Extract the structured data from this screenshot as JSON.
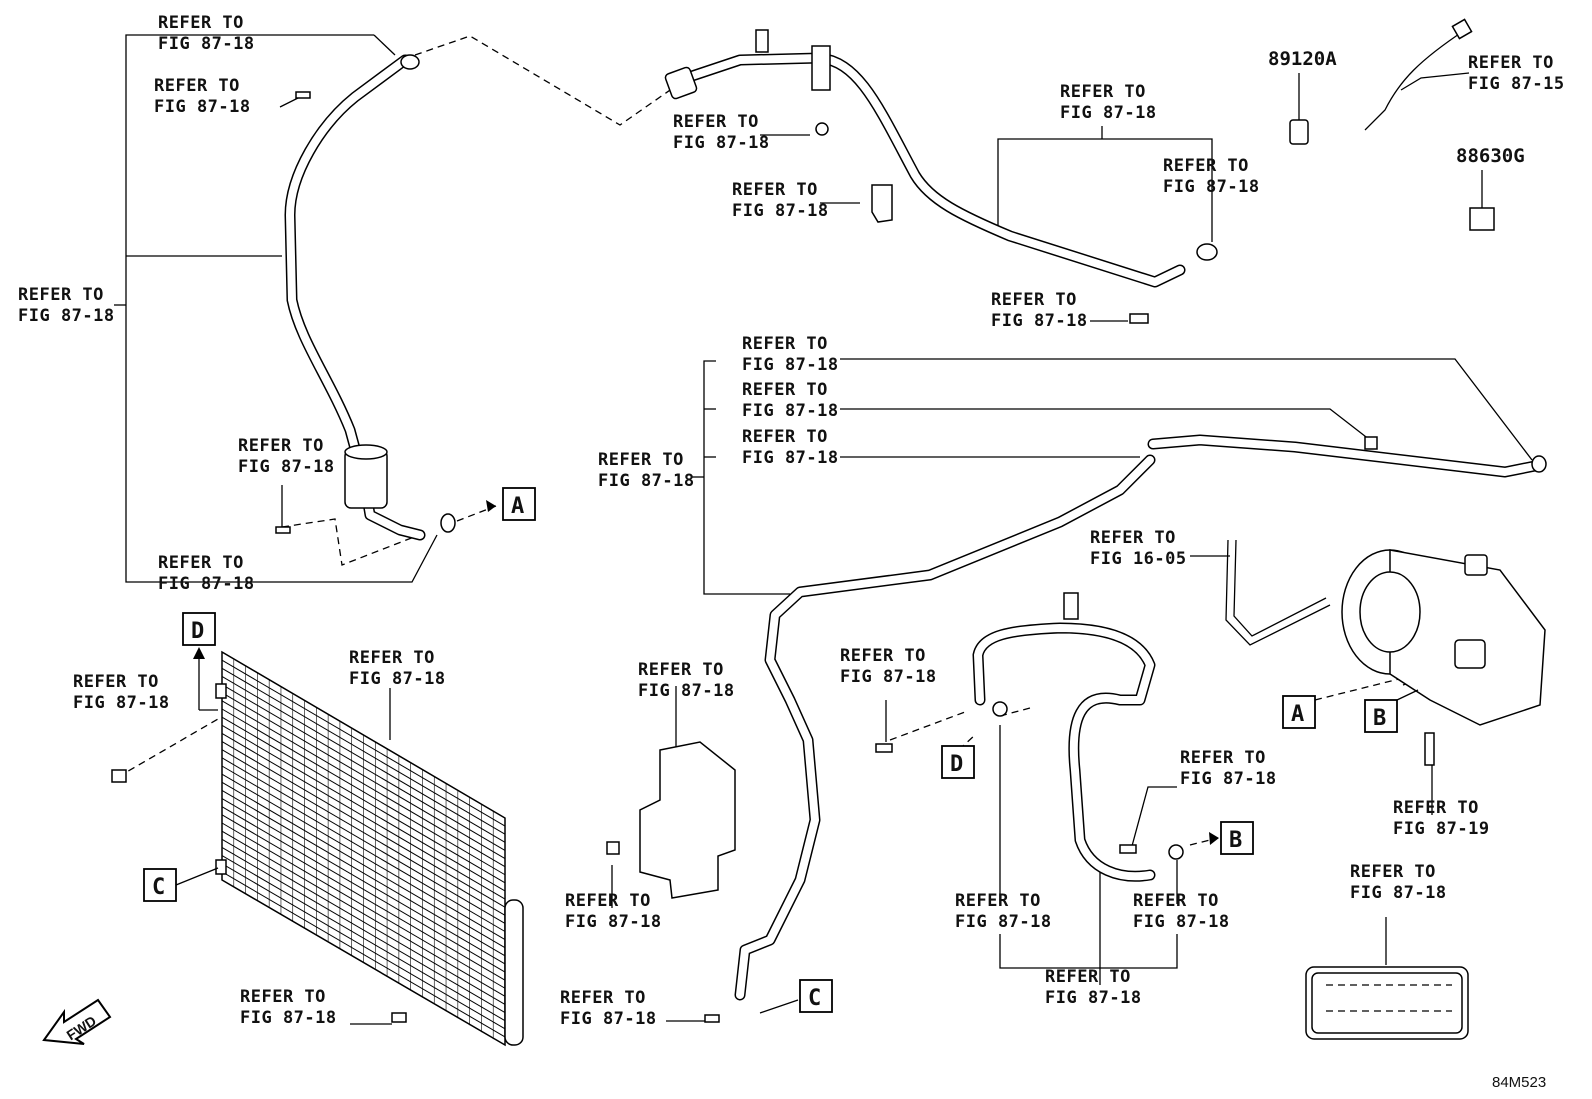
{
  "diagram": {
    "refer_labels": [
      {
        "id": "r01",
        "line1": "REFER TO",
        "line2": "FIG 87-18"
      },
      {
        "id": "r02",
        "line1": "REFER TO",
        "line2": "FIG 87-18"
      },
      {
        "id": "r03",
        "line1": "REFER TO",
        "line2": "FIG 87-18"
      },
      {
        "id": "r04",
        "line1": "REFER TO",
        "line2": "FIG 87-18"
      },
      {
        "id": "r05",
        "line1": "REFER TO",
        "line2": "FIG 87-18"
      },
      {
        "id": "r06",
        "line1": "REFER TO",
        "line2": "FIG 87-18"
      },
      {
        "id": "r07",
        "line1": "REFER TO",
        "line2": "FIG 87-18"
      },
      {
        "id": "r08",
        "line1": "REFER TO",
        "line2": "FIG 87-18"
      },
      {
        "id": "r09",
        "line1": "REFER TO",
        "line2": "FIG 87-18"
      },
      {
        "id": "r10",
        "line1": "REFER TO",
        "line2": "FIG 87-18"
      },
      {
        "id": "r11",
        "line1": "REFER TO",
        "line2": "FIG 87-18"
      },
      {
        "id": "r12",
        "line1": "REFER TO",
        "line2": "FIG 87-18"
      },
      {
        "id": "r13",
        "line1": "REFER TO",
        "line2": "FIG 87-18"
      },
      {
        "id": "r14",
        "line1": "REFER TO",
        "line2": "FIG 87-18"
      },
      {
        "id": "r15",
        "line1": "REFER TO",
        "line2": "FIG 87-18"
      },
      {
        "id": "r16",
        "line1": "REFER TO",
        "line2": "FIG 87-18"
      },
      {
        "id": "r17",
        "line1": "REFER TO",
        "line2": "FIG 87-18"
      },
      {
        "id": "r18",
        "line1": "REFER TO",
        "line2": "FIG 87-18"
      },
      {
        "id": "r19",
        "line1": "REFER TO",
        "line2": "FIG 87-18"
      },
      {
        "id": "r20",
        "line1": "REFER TO",
        "line2": "FIG 87-18"
      },
      {
        "id": "r21",
        "line1": "REFER TO",
        "line2": "FIG 87-18"
      },
      {
        "id": "r22",
        "line1": "REFER TO",
        "line2": "FIG 87-18"
      },
      {
        "id": "r23",
        "line1": "REFER TO",
        "line2": "FIG 87-18"
      },
      {
        "id": "r24",
        "line1": "REFER TO",
        "line2": "FIG 87-18"
      },
      {
        "id": "r25",
        "line1": "REFER TO",
        "line2": "FIG 87-18"
      },
      {
        "id": "r26",
        "line1": "REFER TO",
        "line2": "FIG 87-18"
      },
      {
        "id": "r27",
        "line1": "REFER TO",
        "line2": "FIG 87-15"
      },
      {
        "id": "r28",
        "line1": "REFER TO",
        "line2": "FIG 16-05"
      },
      {
        "id": "r29",
        "line1": "REFER TO",
        "line2": "FIG 87-19"
      }
    ],
    "part_numbers": [
      "89120A",
      "88630G"
    ],
    "connector_letters": {
      "a": "A",
      "b": "B",
      "c": "C",
      "d": "D"
    },
    "fwd_label": "FWD",
    "diagram_code": "84M523"
  }
}
